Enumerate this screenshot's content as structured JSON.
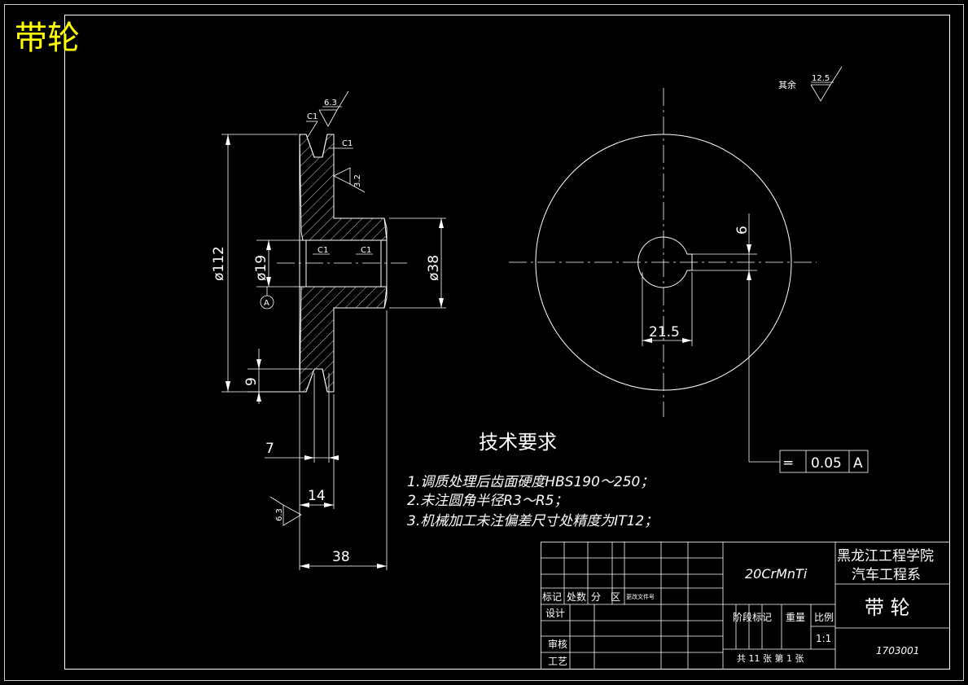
{
  "title": "带轮",
  "roughness": {
    "other_label": "其余",
    "other_value": "12.5",
    "groove": "6.3",
    "flank": "3.2",
    "face": "6.3"
  },
  "chamfers": {
    "c1a": "C1",
    "c1b": "C1",
    "c1c": "C1",
    "c1d": "C1"
  },
  "dimensions": {
    "d112": "ø112",
    "d19": "ø19",
    "d38": "ø38",
    "dim9": "9",
    "dim7": "7",
    "dim14": "14",
    "dim38": "38",
    "dim6": "6",
    "dim21_5": "21.5"
  },
  "datum": "A",
  "tolerance": {
    "symbol": "═",
    "value": "0.05",
    "datum": "A"
  },
  "requirements": {
    "heading": "技术要求",
    "items": [
      "1.调质处理后齿面硬度HBS190～250；",
      "2.未注圆角半径R3～R5；",
      "3.机械加工未注偏差尺寸处精度为IT12；"
    ]
  },
  "title_block": {
    "material": "20CrMnTi",
    "school": "黑龙江工程学院",
    "dept": "汽车工程系",
    "part_name": "带 轮",
    "drawing_no": "1703001",
    "mark": "标记",
    "count": "处数",
    "zone": "分　区",
    "change_doc": "更改文件号",
    "design": "设计",
    "review": "审核",
    "process": "工艺",
    "stage_mark": "阶段标记",
    "weight": "重量",
    "scale_label": "比例",
    "scale": "1:1",
    "sheets": "共 11 张  第 1 张"
  }
}
